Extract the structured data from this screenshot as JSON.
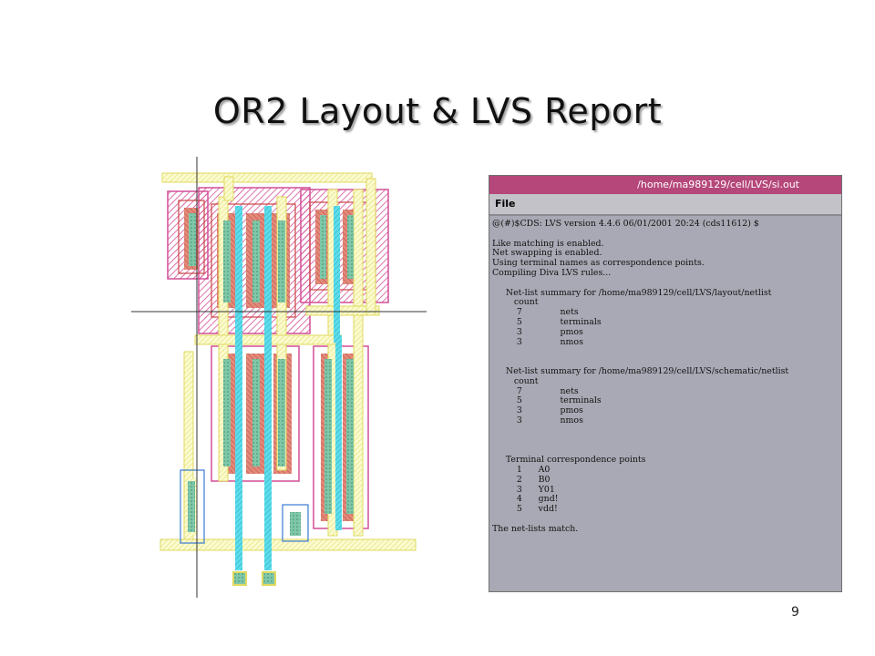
{
  "slide": {
    "title": "OR2 Layout & LVS Report",
    "page_number": "9"
  },
  "lvs_window": {
    "title": "/home/ma989129/cell/LVS/si.out",
    "menu": [
      "File"
    ],
    "lines": [
      "@(#)$CDS: LVS version 4.4.6 06/01/2001 20:24 (cds11612) $",
      "",
      "Like matching is enabled.",
      "Net swapping is enabled.",
      "Using terminal names as correspondence points.",
      "Compiling Diva LVS rules...",
      "",
      "     Net-list summary for /home/ma989129/cell/LVS/layout/netlist",
      "        count",
      "         7              nets",
      "         5              terminals",
      "         3              pmos",
      "         3              nmos",
      "",
      "",
      "     Net-list summary for /home/ma989129/cell/LVS/schematic/netlist",
      "        count",
      "         7              nets",
      "         5              terminals",
      "         3              pmos",
      "         3              nmos",
      "",
      "",
      "",
      "     Terminal correspondence points",
      "         1      A0",
      "         2      B0",
      "         3      Y01",
      "         4      gnd!",
      "         5      vdd!",
      "",
      "The net-lists match."
    ]
  },
  "colors": {
    "metal1": "#f3f39a",
    "poly": "#33d6e6",
    "well": "#d24f97",
    "diffusion": "#d66a6a",
    "active": "#6fbf9a",
    "titlebar": "#b5477a",
    "window_bg": "#a9a9b5"
  }
}
